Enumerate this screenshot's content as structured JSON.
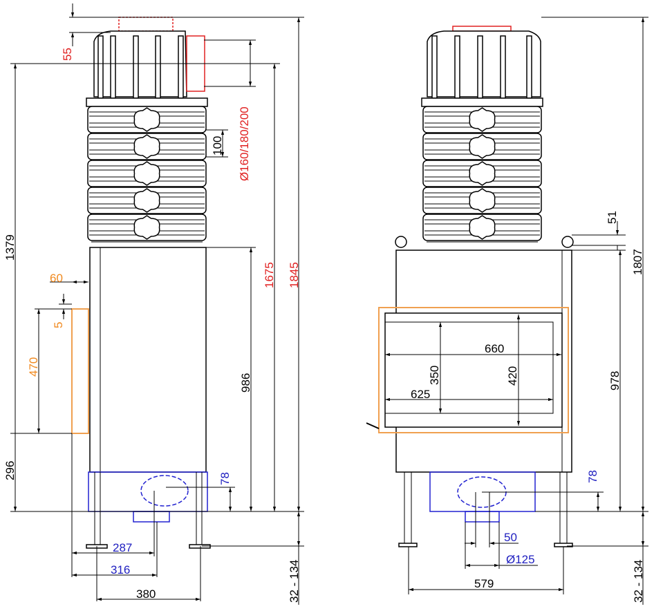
{
  "colors": {
    "flue": "#e02020",
    "air_inlet": "#2020c0",
    "door": "#f08a20",
    "lines": "#000000"
  },
  "side_view": {
    "dim_top_gap": "55",
    "dim_flue_diameter": "Ø160/180/200",
    "dim_ring_height": "100",
    "dim_total_height_1379": "1379",
    "dim_height_1675": "1675",
    "dim_height_1845": "1845",
    "dim_body_height": "986",
    "dim_door_offset": "60",
    "dim_door_gap": "5",
    "dim_door_height": "470",
    "dim_door_base": "296",
    "dim_air_inlet_height": "78",
    "dim_width_287": "287",
    "dim_width_316": "316",
    "dim_width_380": "380",
    "dim_legs": "32 - 134"
  },
  "front_view": {
    "dim_glass_width_660": "660",
    "dim_glass_width_625": "625",
    "dim_glass_height_350": "350",
    "dim_glass_height_420": "420",
    "dim_top_51": "51",
    "dim_height_1807": "1807",
    "dim_height_978": "978",
    "dim_air_inlet_height": "78",
    "dim_offset_50": "50",
    "dim_air_diameter": "Ø125",
    "dim_legs_width": "579",
    "dim_legs": "32 - 134"
  }
}
